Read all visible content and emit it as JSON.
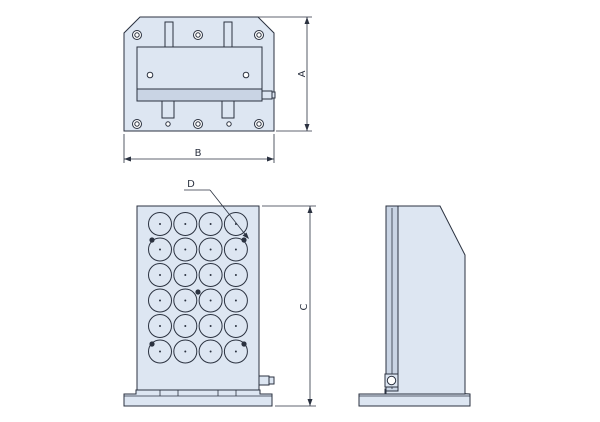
{
  "drawing": {
    "labels": {
      "A": "A",
      "B": "B",
      "C": "C",
      "D": "D"
    },
    "colors": {
      "body_fill": "#dde6f2",
      "outline": "#2b3240",
      "background": "#ffffff"
    },
    "front_view": {
      "hole_grid": {
        "columns": 4,
        "rows": 6
      }
    }
  }
}
